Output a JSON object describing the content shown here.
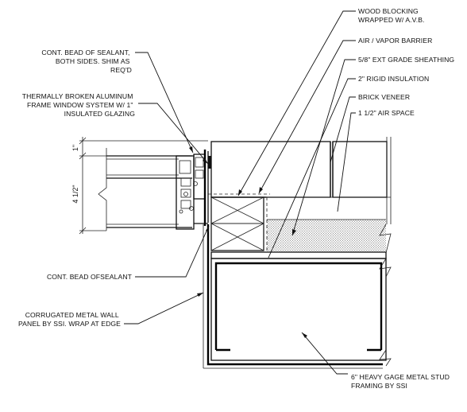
{
  "notes": {
    "wood_blocking": [
      "WOOD BLOCKING",
      "WRAPPED W/ A.V.B."
    ],
    "air_vapor_barrier": [
      "AIR / VAPOR BARRIER"
    ],
    "sheathing": [
      "5/8\" EXT GRADE SHEATHING"
    ],
    "rigid_insulation": [
      "2\"  RIGID INSULATION"
    ],
    "brick_veneer": [
      "BRICK VENEER"
    ],
    "air_space": [
      "1 1/2\" AIR SPACE"
    ],
    "sealant_both_sides": [
      "CONT. BEAD OF SEALANT,",
      "BOTH SIDES.  SHIM AS",
      "REQ'D"
    ],
    "window_system": [
      "THERMALLY BROKEN ALUMINUM",
      "FRAME WINDOW SYSTEM W/ 1\"",
      "INSULATED GLAZING"
    ],
    "sealant_bottom": [
      "CONT. BEAD OFSEALANT"
    ],
    "metal_panel": [
      "CORRUGATED METAL WALL",
      "PANEL BY SSI.  WRAP AT EDGE"
    ],
    "stud_framing": [
      "6\" HEAVY GAGE METAL STUD",
      "FRAMING BY SSI"
    ]
  },
  "dimensions": {
    "top": "1\"",
    "side": "4 1/2\""
  },
  "colors": {
    "linework": "#111111",
    "paper": "#ffffff",
    "insulation_fill": "#d9d9d9",
    "sheathing_fill": "#bdbdbd"
  }
}
